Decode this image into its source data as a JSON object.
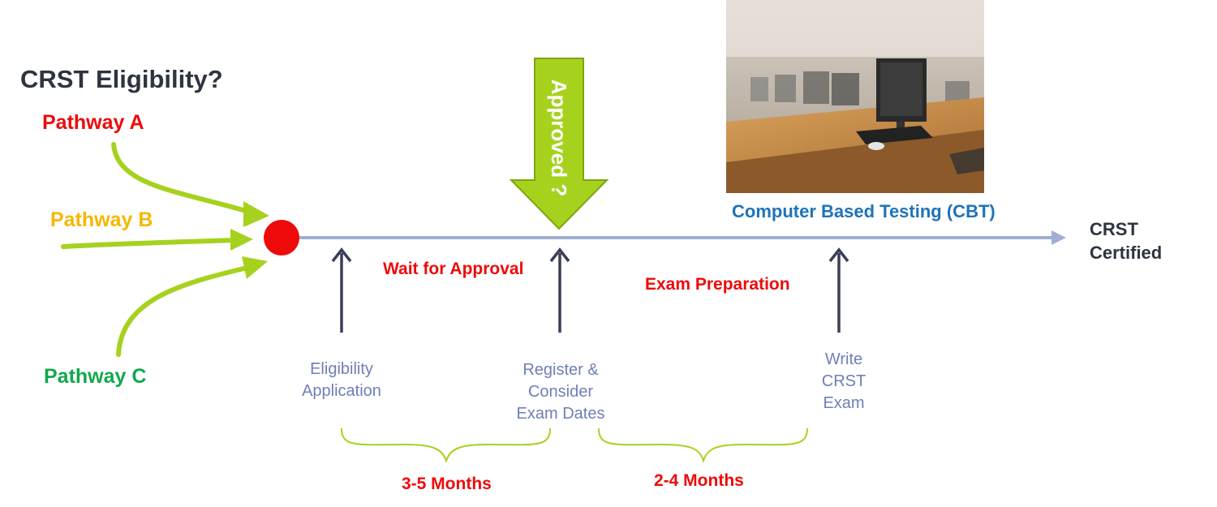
{
  "title": "CRST Eligibility?",
  "pathways": {
    "a": "Pathway A",
    "b": "Pathway B",
    "c": "Pathway C"
  },
  "approved": "Approved ?",
  "wait_for_approval": "Wait for Approval",
  "exam_preparation": "Exam Preparation",
  "cbt": "Computer Based Testing (CBT)",
  "end": "CRST Certified",
  "steps": {
    "eligibility": "Eligibility Application",
    "register": "Register & Consider Exam Dates",
    "write": "Write CRST Exam"
  },
  "durations": {
    "first": "3-5 Months",
    "second": "2-4 Months"
  },
  "colors": {
    "pathway_a": "#ee0a0a",
    "pathway_b": "#f5b800",
    "pathway_c": "#12a84c",
    "lime": "#a6d21e",
    "timeline": "#9fb0d4",
    "step_arrow": "#3a3f57",
    "step_text": "#6f7fb6",
    "cbt_text": "#1f73b8",
    "start_dot": "#ee0a0a"
  },
  "image": {
    "subject": "computer-lab-photo"
  }
}
